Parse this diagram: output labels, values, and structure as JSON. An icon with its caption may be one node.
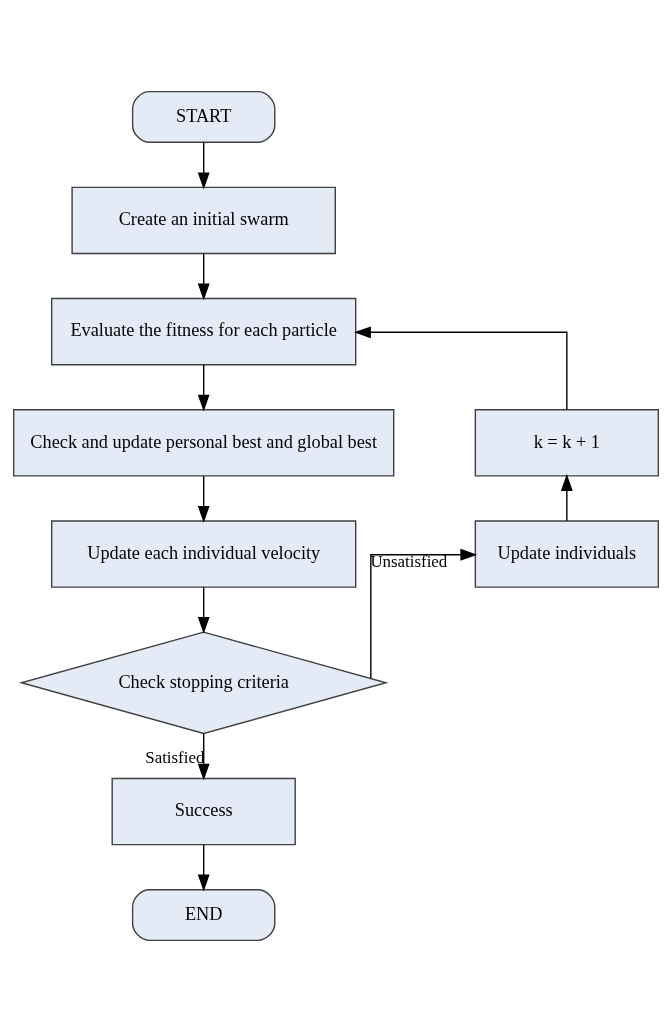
{
  "diagram": {
    "nodes": [
      {
        "text": [
          "START"
        ]
      },
      {
        "text": [
          "Create an initial swarm"
        ]
      },
      {
        "text": [
          "Evaluate the fitness for each particle"
        ]
      },
      {
        "text": [
          "Check and update personal best and global best"
        ]
      },
      {
        "text": [
          "Update each individual velocity"
        ]
      },
      {
        "text": [
          "Check stopping criteria"
        ]
      },
      {
        "text": [
          "Success"
        ]
      },
      {
        "text": [
          "END"
        ]
      },
      {
        "text": [
          "Update individuals"
        ]
      },
      {
        "text": [
          "k = k + 1"
        ]
      }
    ],
    "edges": [
      {
        "from": 0,
        "to": 1,
        "arrow": "to"
      },
      {
        "from": 1,
        "to": 2,
        "arrow": "to"
      },
      {
        "from": 2,
        "to": 3,
        "arrow": "to"
      },
      {
        "from": 3,
        "to": 4,
        "arrow": "to"
      },
      {
        "from": 4,
        "to": 5,
        "arrow": "to"
      },
      {
        "from": 5,
        "to": 6,
        "label": "Satisfied",
        "arrow": "to"
      },
      {
        "from": 6,
        "to": 7,
        "arrow": "to"
      },
      {
        "from": 5,
        "to": 8,
        "label": "Unsatisfied",
        "arrow": "to"
      },
      {
        "from": 8,
        "to": 9,
        "arrow": "to"
      },
      {
        "from": 9,
        "to": 2,
        "arrow": "to"
      }
    ]
  }
}
